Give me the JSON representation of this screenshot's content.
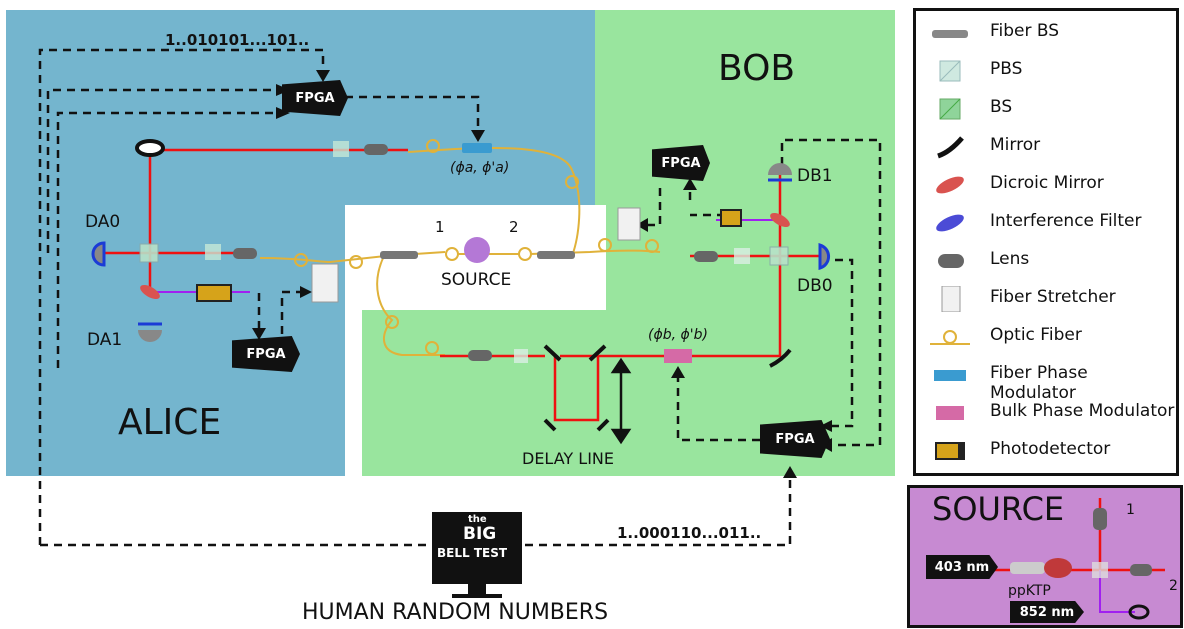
{
  "regions": {
    "alice": "ALICE",
    "bob": "BOB"
  },
  "source": {
    "label": "SOURCE",
    "port1": "1",
    "port2": "2"
  },
  "detectors": {
    "da0": "DA0",
    "da1": "DA1",
    "db0": "DB0",
    "db1": "DB1"
  },
  "phases": {
    "alice": "(ϕa, ϕ'a)",
    "bob": "(ϕb, ϕ'b)"
  },
  "fpga_label": "FPGA",
  "bitstreams": {
    "alice": "1..010101...101..",
    "bob": "1..000110...011.."
  },
  "delay_line": "DELAY LINE",
  "bigbell": {
    "line1": "the",
    "line2": "BIG",
    "line3": "BELL TEST"
  },
  "human_random": "HUMAN RANDOM NUMBERS",
  "legend": {
    "items": [
      {
        "label": "Fiber BS",
        "icon": "fiber-bs-icon"
      },
      {
        "label": "PBS",
        "icon": "pbs-icon"
      },
      {
        "label": "BS",
        "icon": "bs-icon"
      },
      {
        "label": "Mirror",
        "icon": "mirror-icon"
      },
      {
        "label": "Dicroic Mirror",
        "icon": "dichroic-mirror-icon"
      },
      {
        "label": "Interference Filter",
        "icon": "interference-filter-icon"
      },
      {
        "label": "Lens",
        "icon": "lens-icon"
      },
      {
        "label": "Fiber Stretcher",
        "icon": "fiber-stretcher-icon"
      },
      {
        "label": "Optic Fiber",
        "icon": "optic-fiber-icon"
      },
      {
        "label": "Fiber Phase Modulator",
        "icon": "fiber-phase-modulator-icon"
      },
      {
        "label": "Bulk Phase Modulator",
        "icon": "bulk-phase-modulator-icon"
      },
      {
        "label": "Photodetector",
        "icon": "photodetector-icon"
      }
    ]
  },
  "source_inset": {
    "title": "SOURCE",
    "pump": "403 nm",
    "crystal": "ppKTP",
    "idler": "852 nm",
    "out1": "1",
    "out2": "2"
  },
  "colors": {
    "alice_bg": "#74b5ce",
    "bob_bg": "#99e59e",
    "source_bg": "#c78ad2",
    "laser": "#ee1111",
    "fiber": "#e0b23a"
  }
}
